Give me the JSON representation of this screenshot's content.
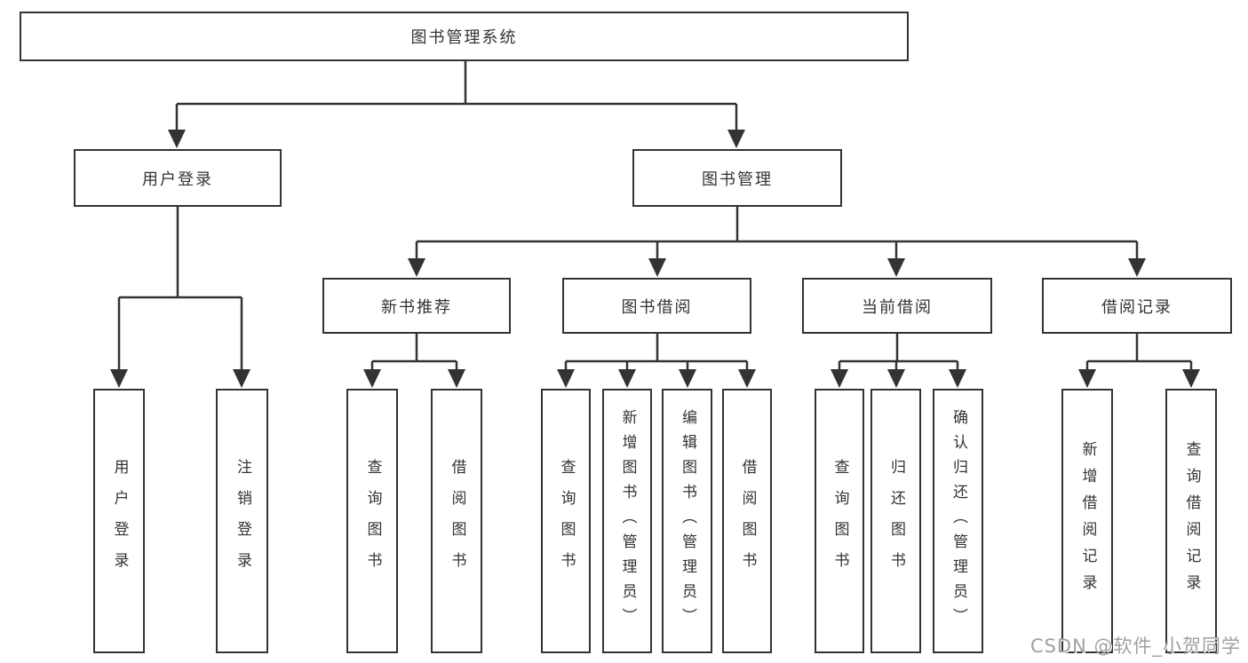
{
  "root": {
    "label": "图书管理系统"
  },
  "level2": {
    "user_login": {
      "label": "用户登录"
    },
    "book_management": {
      "label": "图书管理"
    }
  },
  "level3": {
    "new_book_recommend": {
      "label": "新书推荐"
    },
    "book_borrowing": {
      "label": "图书借阅"
    },
    "current_borrowing": {
      "label": "当前借阅"
    },
    "borrowing_records": {
      "label": "借阅记录"
    }
  },
  "leaves": {
    "user_login": {
      "label": "用户登录"
    },
    "logout": {
      "label": "注销登录"
    },
    "recommend_query_books": {
      "label": "查询图书"
    },
    "recommend_borrow_books": {
      "label": "借阅图书"
    },
    "borrowing_query_books": {
      "label": "查询图书"
    },
    "borrowing_add_books": {
      "label": "新增图书（管理员）"
    },
    "borrowing_edit_books": {
      "label": "编辑图书（管理员）"
    },
    "borrowing_borrow_books": {
      "label": "借阅图书"
    },
    "current_query_books": {
      "label": "查询图书"
    },
    "current_return_books": {
      "label": "归还图书"
    },
    "current_confirm_return": {
      "label": "确认归还（管理员）"
    },
    "records_add_record": {
      "label": "新增借阅记录"
    },
    "records_query_record": {
      "label": "查询借阅记录"
    }
  },
  "watermark": "CSDN @软件_小贺同学",
  "colors": {
    "line": "#333333",
    "box_border": "#333333",
    "text": "#333333",
    "watermark": "#a0a0a0",
    "background": "#ffffff"
  }
}
